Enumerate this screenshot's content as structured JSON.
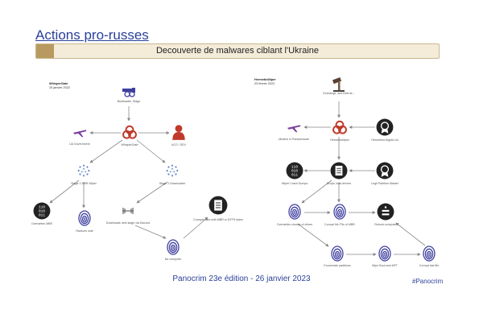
{
  "slide": {
    "title": "Actions pro-russes",
    "subtitle": "Decouverte de malwares ciblant l'Ukraine",
    "footer": "Panocrim 23e édition - 26 janvier 2023",
    "hashtag": "#Panocrim"
  },
  "left_diagram": {
    "header_name": "WhisperGate",
    "header_date": "15 janvier 2022",
    "nodes": {
      "bootloader": "Bootloader, Stage",
      "whispergate": "WhisperGate",
      "ukgov": "UA Government",
      "ttp": "UCO / DEV",
      "stage1": "Stage 1 MBR Wiper",
      "stage2": "Stage 2 Downloader",
      "overwrite": "Overwrites MBR",
      "ransom": "Ransom note",
      "download": "Downloads next stage via Discord",
      "filecorr": "Corrupts files with MBR or NTFS bytes",
      "nocomp": "No computer"
    }
  },
  "right_diagram": {
    "header_name": "HermeticWiper",
    "header_date": "23 février 2022",
    "nodes": {
      "exchange": "Exchange, and Interne...",
      "hermetic": "HermeticWiper",
      "ukraine": "Ukraine in Ransomware",
      "signed": "Hermetica Digital Ltd",
      "wipe": "Wiper Crash Dumps",
      "drivers": "Drops, load drivers",
      "legit": "Legit Partition Master",
      "overw": "Overwrites chunks of drives",
      "corruptfs": "Corrupt file FSs of MBR",
      "reboot": "Reboot computer",
      "enumerate": "Enumerate partitions",
      "wipeboot": "Wipe Boot and MFT",
      "corruptall": "Corrupt last file"
    }
  },
  "colors": {
    "title_blue": "#2a3f9a",
    "banner_bg": "#f4ecd9",
    "hazard_red": "#c0392b",
    "plane_purple": "#7b3f9e",
    "icon_blue": "#3e3f9f",
    "dark": "#222222"
  }
}
